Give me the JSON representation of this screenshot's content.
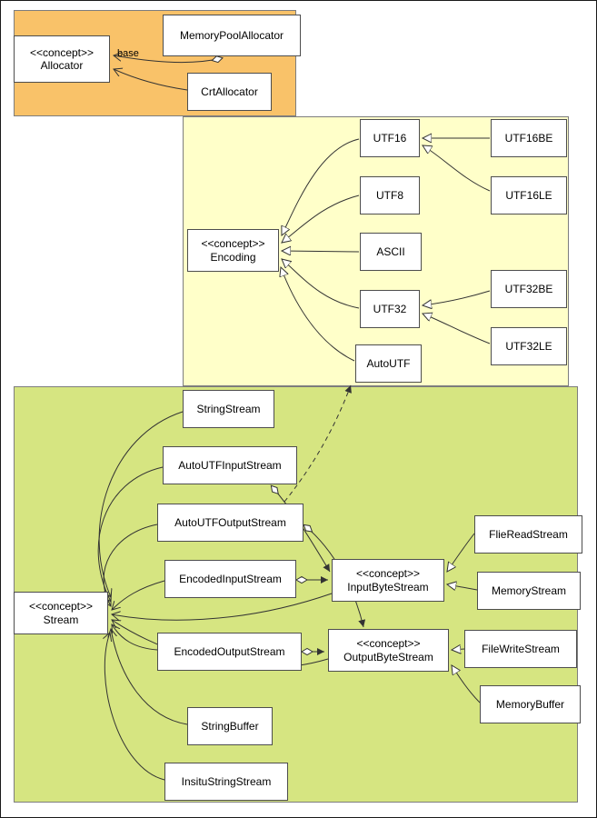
{
  "diagram": {
    "regions": {
      "allocator": {
        "color": "#f9c269"
      },
      "encoding": {
        "color": "#ffffc9"
      },
      "stream": {
        "color": "#d6e581"
      }
    },
    "nodes": {
      "memory_pool_allocator": {
        "label": "MemoryPoolAllocator"
      },
      "allocator": {
        "stereotype": "<<concept>>",
        "name": "Allocator"
      },
      "crt_allocator": {
        "label": "CrtAllocator"
      },
      "utf16": {
        "label": "UTF16"
      },
      "utf16be": {
        "label": "UTF16BE"
      },
      "utf16le": {
        "label": "UTF16LE"
      },
      "utf8": {
        "label": "UTF8"
      },
      "encoding": {
        "stereotype": "<<concept>>",
        "name": "Encoding"
      },
      "ascii": {
        "label": "ASCII"
      },
      "utf32be": {
        "label": "UTF32BE"
      },
      "utf32": {
        "label": "UTF32"
      },
      "utf32le": {
        "label": "UTF32LE"
      },
      "autoutf": {
        "label": "AutoUTF"
      },
      "string_stream": {
        "label": "StringStream"
      },
      "autoutf_input_stream": {
        "label": "AutoUTFInputStream"
      },
      "autoutf_output_stream": {
        "label": "AutoUTFOutputStream"
      },
      "flie_read_stream": {
        "label": "FlieReadStream"
      },
      "encoded_input_stream": {
        "label": "EncodedInputStream"
      },
      "input_byte_stream": {
        "stereotype": "<<concept>>",
        "name": "InputByteStream"
      },
      "memory_stream": {
        "label": "MemoryStream"
      },
      "stream": {
        "stereotype": "<<concept>>",
        "name": "Stream"
      },
      "encoded_output_stream": {
        "label": "EncodedOutputStream"
      },
      "output_byte_stream": {
        "stereotype": "<<concept>>",
        "name": "OutputByteStream"
      },
      "file_write_stream": {
        "label": "FileWriteStream"
      },
      "memory_buffer": {
        "label": "MemoryBuffer"
      },
      "string_buffer": {
        "label": "StringBuffer"
      },
      "insitu_string_stream": {
        "label": "InsituStringStream"
      }
    },
    "edge_labels": {
      "base": "base"
    }
  }
}
